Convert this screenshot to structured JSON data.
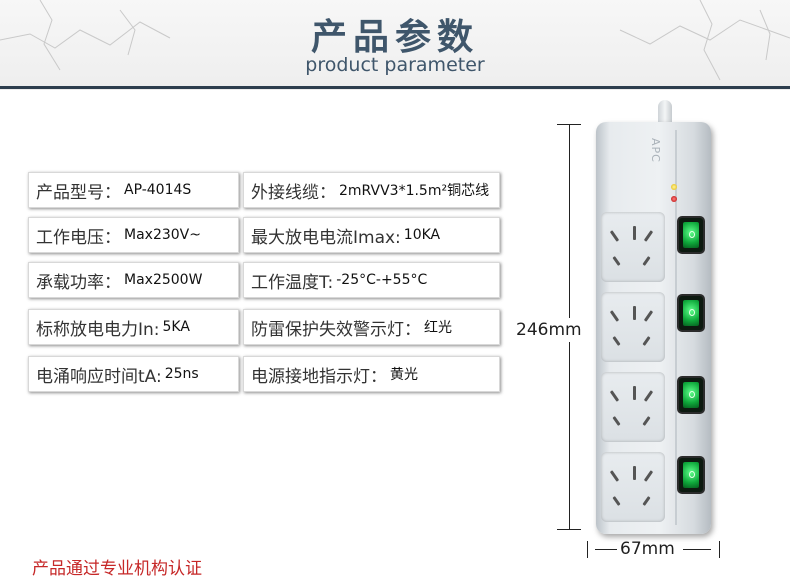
{
  "header": {
    "title_cn": "产品参数",
    "title_en": "product parameter"
  },
  "specs": [
    {
      "left_label": "产品型号：",
      "left_value": "AP-4014S",
      "right_label": "外接线缆：",
      "right_value": "2mRVV3*1.5m²铜芯线"
    },
    {
      "left_label": "工作电压：",
      "left_value": "Max230V~",
      "right_label": "最大放电电流Imax:",
      "right_value": "10KA"
    },
    {
      "left_label": "承载功率：",
      "left_value": "Max2500W",
      "right_label": "工作温度T:",
      "right_value": "-25°C-+55°C"
    },
    {
      "left_label": "标称放电电力In:",
      "left_value": "5KA",
      "right_label": "防雷保护失效警示灯：",
      "right_value": "红光"
    },
    {
      "left_label": "电涌响应时间tA:",
      "left_value": "25ns",
      "right_label": "电源接地指示灯：",
      "right_value": "黄光"
    }
  ],
  "footer_note": "产品通过专业机构认证",
  "dimensions": {
    "height": "246mm",
    "width": "67mm"
  },
  "product": {
    "brand": "APC",
    "led_colors": [
      "#e1b400",
      "#b40000"
    ],
    "switch_color": "#0fa83b"
  }
}
